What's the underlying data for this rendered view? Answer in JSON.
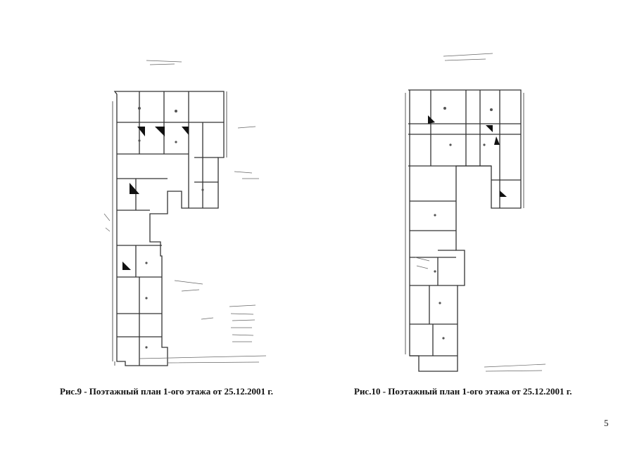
{
  "figures": [
    {
      "caption": "Рис.9 - Поэтажный план 1-ого этажа от 25.12.2001 г."
    },
    {
      "caption": "Рис.10 - Поэтажный план 1-ого этажа от 25.12.2001 г."
    }
  ],
  "page_number": "5"
}
